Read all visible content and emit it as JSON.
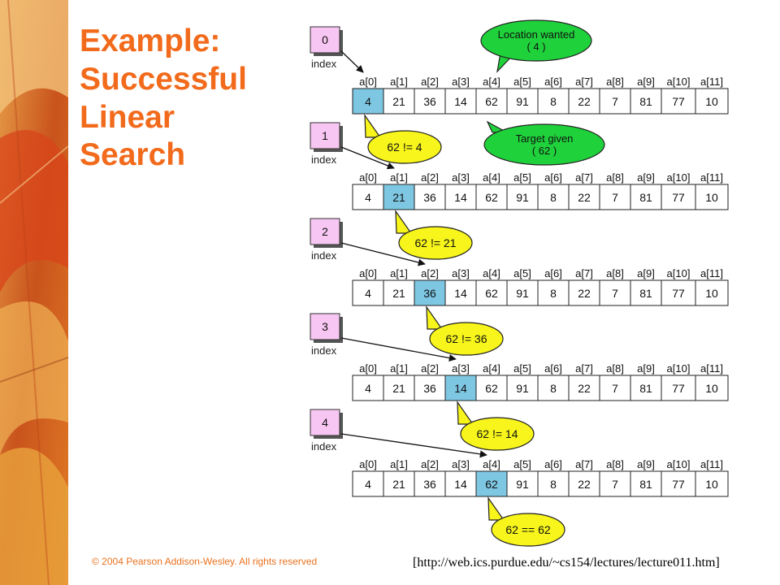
{
  "slide": {
    "title_lines": [
      "Example:",
      "Successful",
      "Linear",
      "Search"
    ],
    "copyright": "© 2004 Pearson Addison-Wesley. All rights reserved",
    "source": "[http://web.ics.purdue.edu/~cs154/lectures/lecture011.htm]"
  },
  "diagram": {
    "index_label": "index",
    "headers": [
      "a[0]",
      "a[1]",
      "a[2]",
      "a[3]",
      "a[4]",
      "a[5]",
      "a[6]",
      "a[7]",
      "a[8]",
      "a[9]",
      "a[10]",
      "a[11]"
    ],
    "values": [
      "4",
      "21",
      "36",
      "14",
      "62",
      "91",
      "8",
      "22",
      "7",
      "81",
      "77",
      "10"
    ],
    "location_wanted": [
      "Location wanted",
      "( 4 )"
    ],
    "target_given": [
      "Target given",
      "( 62 )"
    ],
    "steps": [
      {
        "index": "0",
        "highlight": 0,
        "comparison": "62 != 4"
      },
      {
        "index": "1",
        "highlight": 1,
        "comparison": "62 != 21"
      },
      {
        "index": "2",
        "highlight": 2,
        "comparison": "62 != 36"
      },
      {
        "index": "3",
        "highlight": 3,
        "comparison": "62 != 14"
      },
      {
        "index": "4",
        "highlight": 4,
        "comparison": "62 == 62"
      }
    ],
    "colors": {
      "cell_highlight": "#7ec7e3",
      "index_box": "#f7c6f2",
      "callout_yellow": "#f7f51b",
      "callout_green": "#1fd13b",
      "title": "#f26a1b"
    }
  }
}
